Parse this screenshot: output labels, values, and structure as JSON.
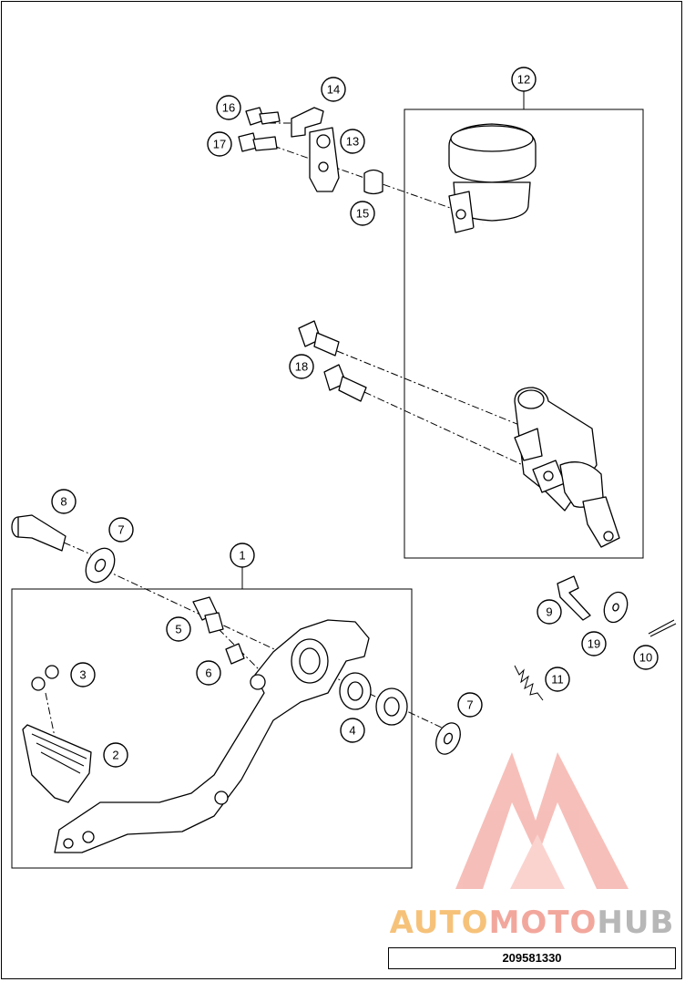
{
  "callouts": [
    {
      "id": "c1",
      "label": "1"
    },
    {
      "id": "c2",
      "label": "2"
    },
    {
      "id": "c3",
      "label": "3"
    },
    {
      "id": "c4",
      "label": "4"
    },
    {
      "id": "c5",
      "label": "5"
    },
    {
      "id": "c6",
      "label": "6"
    },
    {
      "id": "c7a",
      "label": "7"
    },
    {
      "id": "c7b",
      "label": "7"
    },
    {
      "id": "c8",
      "label": "8"
    },
    {
      "id": "c9",
      "label": "9"
    },
    {
      "id": "c10",
      "label": "10"
    },
    {
      "id": "c11",
      "label": "11"
    },
    {
      "id": "c12",
      "label": "12"
    },
    {
      "id": "c13",
      "label": "13"
    },
    {
      "id": "c14",
      "label": "14"
    },
    {
      "id": "c15",
      "label": "15"
    },
    {
      "id": "c16",
      "label": "16"
    },
    {
      "id": "c17",
      "label": "17"
    },
    {
      "id": "c18",
      "label": "18"
    },
    {
      "id": "c19",
      "label": "19"
    }
  ],
  "watermark": {
    "part1": "AUTO",
    "part2": "MOTO",
    "part3": "HUB"
  },
  "document_number": "209581330",
  "colors": {
    "watermark_red": "#f08a80",
    "watermark_orange": "#f6c27a",
    "watermark_grey": "#b7b7b7"
  }
}
